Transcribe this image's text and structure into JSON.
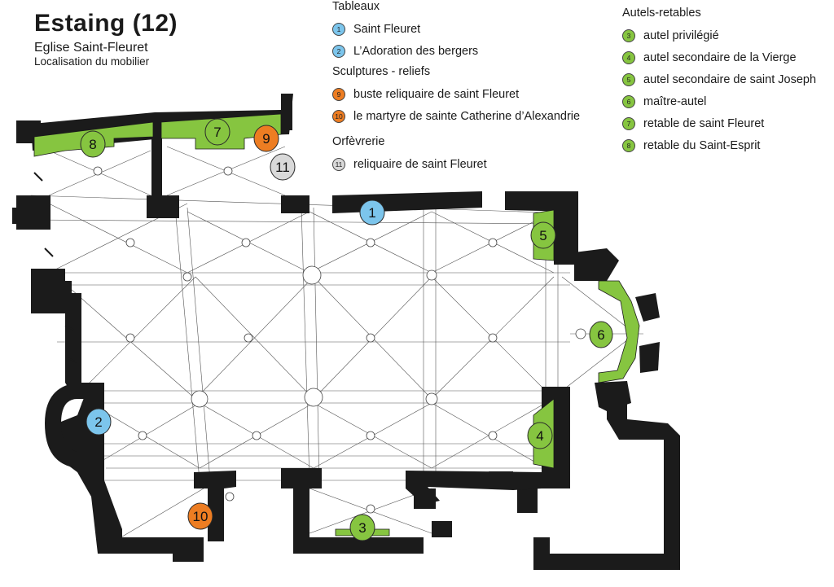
{
  "header": {
    "title": "Estaing (12)",
    "subtitle": "Eglise Saint-Fleuret",
    "subtitle2": "Localisation du mobilier"
  },
  "colors": {
    "tableaux": "#7cc5ec",
    "sculptures": "#ed7d22",
    "orfevrerie": "#d9d9d9",
    "autels": "#86c540",
    "walls": "#1b1b1b"
  },
  "legend": {
    "tableaux": {
      "heading": "Tableaux",
      "items": [
        {
          "num": "1",
          "label": "Saint Fleuret"
        },
        {
          "num": "2",
          "label": "L’Adoration des bergers"
        }
      ]
    },
    "sculptures": {
      "heading": "Sculptures - reliefs",
      "items": [
        {
          "num": "9",
          "label": "buste reliquaire de saint Fleuret"
        },
        {
          "num": "10",
          "label": "le martyre de sainte Catherine d’Alexandrie"
        }
      ]
    },
    "orfevrerie": {
      "heading": "Orfèvrerie",
      "items": [
        {
          "num": "11",
          "label": "reliquaire de saint Fleuret"
        }
      ]
    },
    "autels": {
      "heading": "Autels-retables",
      "items": [
        {
          "num": "3",
          "label": "autel privilégié"
        },
        {
          "num": "4",
          "label": "autel secondaire de la Vierge"
        },
        {
          "num": "5",
          "label": "autel secondaire de saint Joseph"
        },
        {
          "num": "6",
          "label": "maître-autel"
        },
        {
          "num": "7",
          "label": "retable de saint Fleuret"
        },
        {
          "num": "8",
          "label": "retable du Saint-Esprit"
        }
      ]
    }
  },
  "markers": [
    {
      "num": "1",
      "category": "tableaux"
    },
    {
      "num": "2",
      "category": "tableaux"
    },
    {
      "num": "3",
      "category": "autels"
    },
    {
      "num": "4",
      "category": "autels"
    },
    {
      "num": "5",
      "category": "autels"
    },
    {
      "num": "6",
      "category": "autels"
    },
    {
      "num": "7",
      "category": "autels"
    },
    {
      "num": "8",
      "category": "autels"
    },
    {
      "num": "9",
      "category": "sculptures"
    },
    {
      "num": "10",
      "category": "sculptures"
    },
    {
      "num": "11",
      "category": "orfevrerie"
    }
  ]
}
